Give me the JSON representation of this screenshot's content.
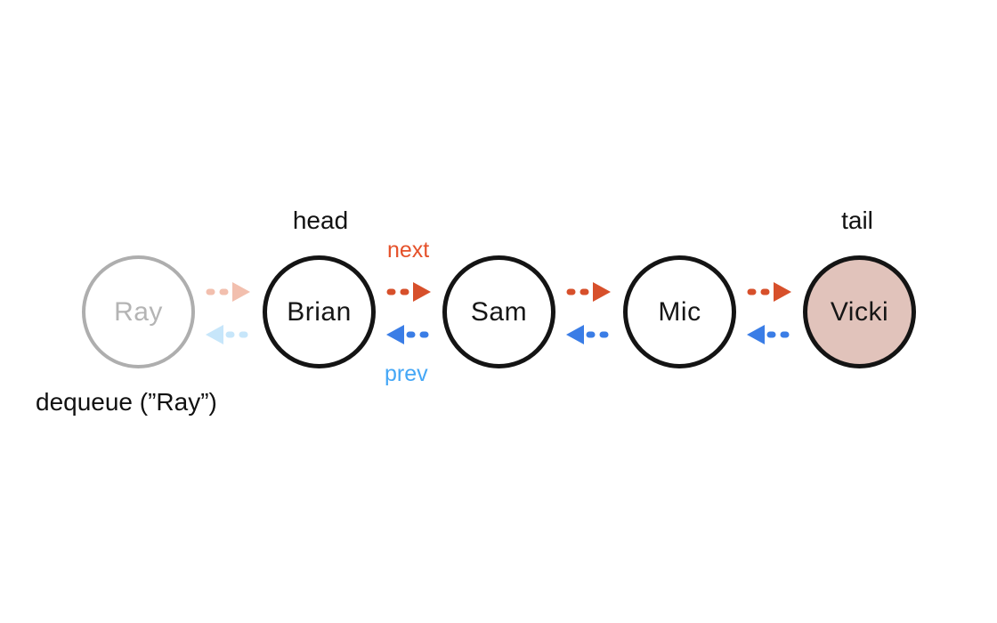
{
  "diagram": {
    "title_none": "",
    "operation_label": "dequeue (”Ray”)",
    "pointer_labels": {
      "head": "head",
      "tail": "tail",
      "next": "next",
      "prev": "prev"
    },
    "nodes": [
      {
        "label": "Ray",
        "state": "dequeued-faded"
      },
      {
        "label": "Brian",
        "state": "head"
      },
      {
        "label": "Sam",
        "state": "normal"
      },
      {
        "label": "Mic",
        "state": "normal"
      },
      {
        "label": "Vicki",
        "state": "tail-highlighted"
      }
    ],
    "links": [
      {
        "between": [
          "Ray",
          "Brian"
        ],
        "next_arrow": true,
        "prev_arrow": true,
        "faded": true
      },
      {
        "between": [
          "Brian",
          "Sam"
        ],
        "next_arrow": true,
        "prev_arrow": true,
        "faded": false
      },
      {
        "between": [
          "Sam",
          "Mic"
        ],
        "next_arrow": true,
        "prev_arrow": true,
        "faded": false
      },
      {
        "between": [
          "Mic",
          "Vicki"
        ],
        "next_arrow": true,
        "prev_arrow": true,
        "faded": false
      }
    ],
    "colors": {
      "next_arrow": "#d7502b",
      "prev_arrow": "#3a7de6",
      "next_arrow_faded": "#f2bfae",
      "prev_arrow_faded": "#c7e6fa",
      "next_label": "#e5512a",
      "prev_label": "#45a7f6",
      "node_stroke": "#141414",
      "node_stroke_faded": "#aeaeae",
      "node_text_faded": "#b4b4b4",
      "tail_node_fill": "#e1c3bb",
      "text": "#111111",
      "background": "#ffffff"
    }
  }
}
